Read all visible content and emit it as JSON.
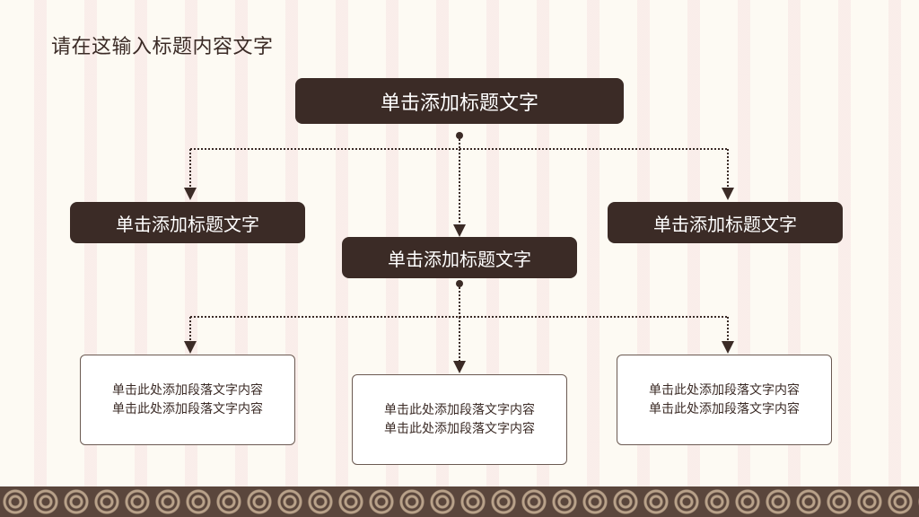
{
  "page": {
    "title": "请在这输入标题内容文字"
  },
  "diagram": {
    "root": {
      "label": "单击添加标题文字"
    },
    "level2": [
      {
        "label": "单击添加标题文字"
      },
      {
        "label": "单击添加标题文字"
      },
      {
        "label": "单击添加标题文字"
      }
    ],
    "details": [
      {
        "line1": "单击此处添加段落文字内容",
        "line2": "单击此处添加段落文字内容"
      },
      {
        "line1": "单击此处添加段落文字内容",
        "line2": "单击此处添加段落文字内容"
      },
      {
        "line1": "单击此处添加段落文字内容",
        "line2": "单击此处添加段落文字内容"
      }
    ]
  },
  "colors": {
    "node_fill": "#3b2b26",
    "background": "#fdfaf3",
    "stripe": "#f5dede",
    "band": "#5a463c",
    "band_pattern": "#b9a28a"
  }
}
